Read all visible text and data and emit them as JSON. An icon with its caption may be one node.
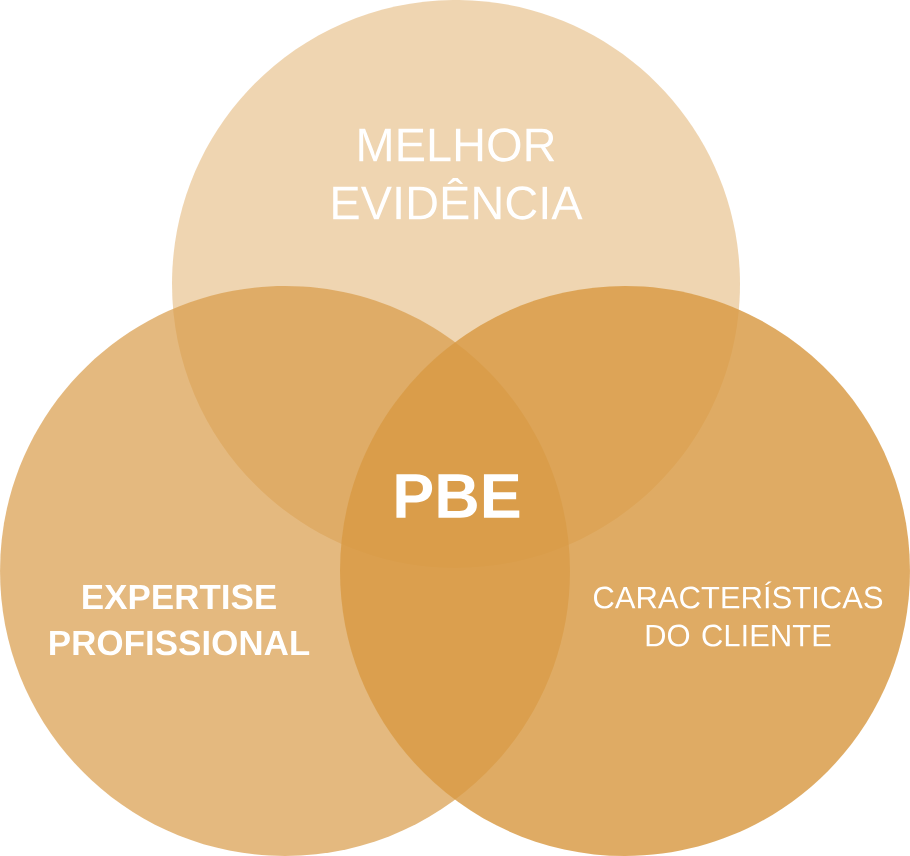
{
  "diagram": {
    "nodes": [
      {
        "text": [
          "MELHOR EVIDÊNCIA"
        ]
      },
      {
        "text": [
          "EXPERTISE PROFISSIONAL"
        ]
      },
      {
        "text": [
          "CARACTERÍSTICAS DO CLIENTE"
        ]
      }
    ],
    "labels": [
      "PBE"
    ]
  }
}
